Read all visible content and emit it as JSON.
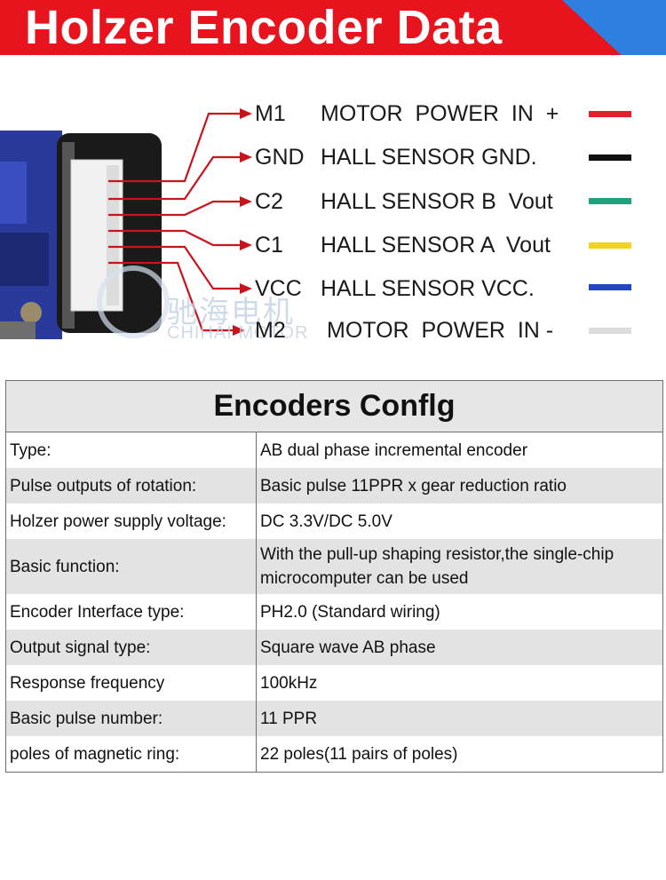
{
  "header": {
    "title": "Holzer Encoder Data",
    "colors": {
      "red": "#e8141d",
      "blue": "#2f7fe0"
    }
  },
  "pins": [
    {
      "code": "M1",
      "desc": "MOTOR  POWER  IN  +",
      "color": "#e3202a"
    },
    {
      "code": "GND",
      "desc": "HALL SENSOR GND.",
      "color": "#111111"
    },
    {
      "code": "C2",
      "desc": "HALL SENSOR B  Vout",
      "color": "#1fa37c"
    },
    {
      "code": "C1",
      "desc": "HALL SENSOR A  Vout",
      "color": "#f2d41c"
    },
    {
      "code": "VCC",
      "desc": "HALL SENSOR VCC.",
      "color": "#2445c4"
    },
    {
      "code": "M2",
      "desc": "MOTOR  POWER  IN -",
      "color": "#dcdcdc"
    }
  ],
  "watermark": {
    "cn": "驰海电机",
    "en": "CHIHAI MOTOR"
  },
  "config": {
    "title": "Encoders Conflg",
    "rows": [
      {
        "label": "Type:",
        "value": "AB dual phase incremental encoder"
      },
      {
        "label": "Pulse outputs of rotation:",
        "value": "Basic pulse 11PPR x gear reduction ratio"
      },
      {
        "label": "Holzer power supply voltage:",
        "value": "DC 3.3V/DC 5.0V"
      },
      {
        "label": "Basic function:",
        "value": "With the pull-up shaping resistor,the single-chip microcomputer can be used"
      },
      {
        "label": "Encoder Interface type:",
        "value": "PH2.0 (Standard  wiring)"
      },
      {
        "label": "Output signal type:",
        "value": "Square wave AB phase"
      },
      {
        "label": "Response frequency",
        "value": "100kHz"
      },
      {
        "label": "Basic pulse number:",
        "value": "11 PPR"
      },
      {
        "label": "poles of magnetic ring:",
        "value": "22 poles(11 pairs of poles)"
      }
    ]
  }
}
